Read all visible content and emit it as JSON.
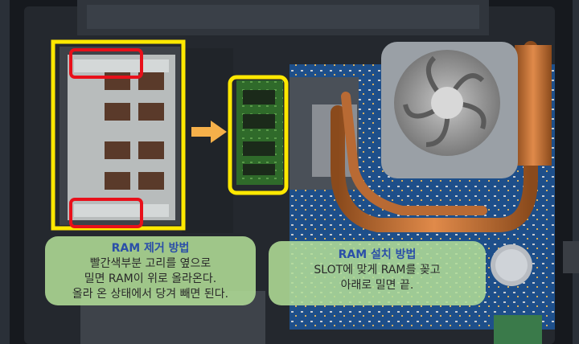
{
  "callouts": {
    "remove": {
      "title": "RAM 제거 방법",
      "lines": [
        "빨간색부분 고리를 옆으로",
        "밀면 RAM이 위로 올라온다.",
        "올라 온 상태에서 당겨 빼면 된다."
      ]
    },
    "install": {
      "title": "RAM 설치 방법",
      "lines": [
        "SLOT에 맞게 RAM를 꽂고",
        "아래로 밀면 끝."
      ]
    }
  },
  "colors": {
    "highlight_yellow": "#ffe800",
    "highlight_red": "#e8101a",
    "arrow_orange": "#f5b04a",
    "callout_green": "#b0dc96",
    "callout_title_blue": "#2b4fa8"
  }
}
